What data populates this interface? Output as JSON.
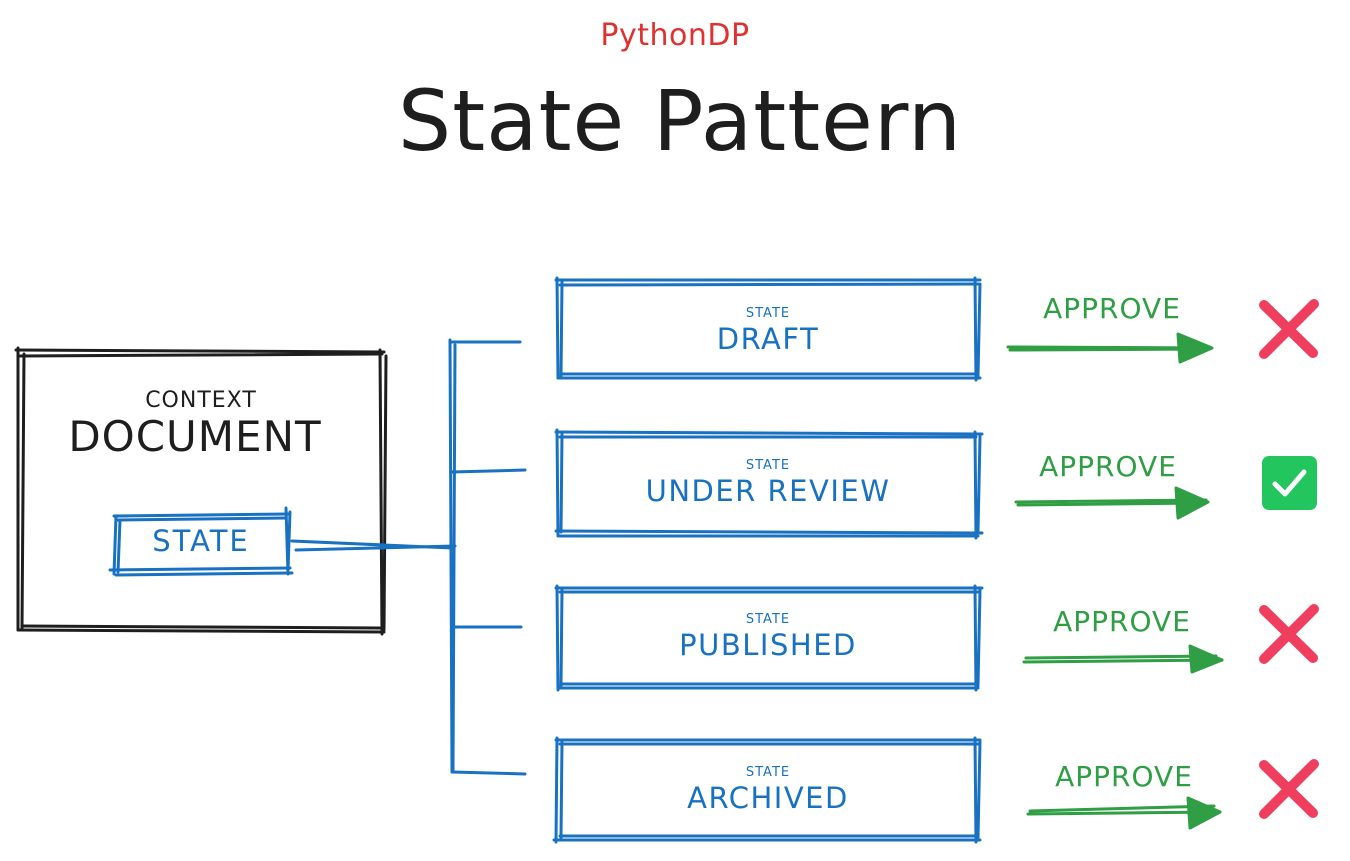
{
  "header": {
    "brand": "PythonDP",
    "title": "State Pattern"
  },
  "context": {
    "label": "CONTEXT",
    "name": "DOCUMENT",
    "field": "STATE"
  },
  "states": [
    {
      "label": "STATE",
      "name": "DRAFT",
      "action": "APPROVE",
      "allowed": false
    },
    {
      "label": "STATE",
      "name": "UNDER REVIEW",
      "action": "APPROVE",
      "allowed": true
    },
    {
      "label": "STATE",
      "name": "PUBLISHED",
      "action": "APPROVE",
      "allowed": false
    },
    {
      "label": "STATE",
      "name": "ARCHIVED",
      "action": "APPROVE",
      "allowed": false
    }
  ],
  "colors": {
    "ink": "#1e1e1e",
    "state_blue": "#1971c2",
    "action_green": "#2f9e44",
    "deny_red": "#f03e5e",
    "allow_green": "#22c55e",
    "brand_red": "#e03131"
  },
  "icons": {
    "allowed": "check-icon",
    "denied": "cross-icon"
  }
}
